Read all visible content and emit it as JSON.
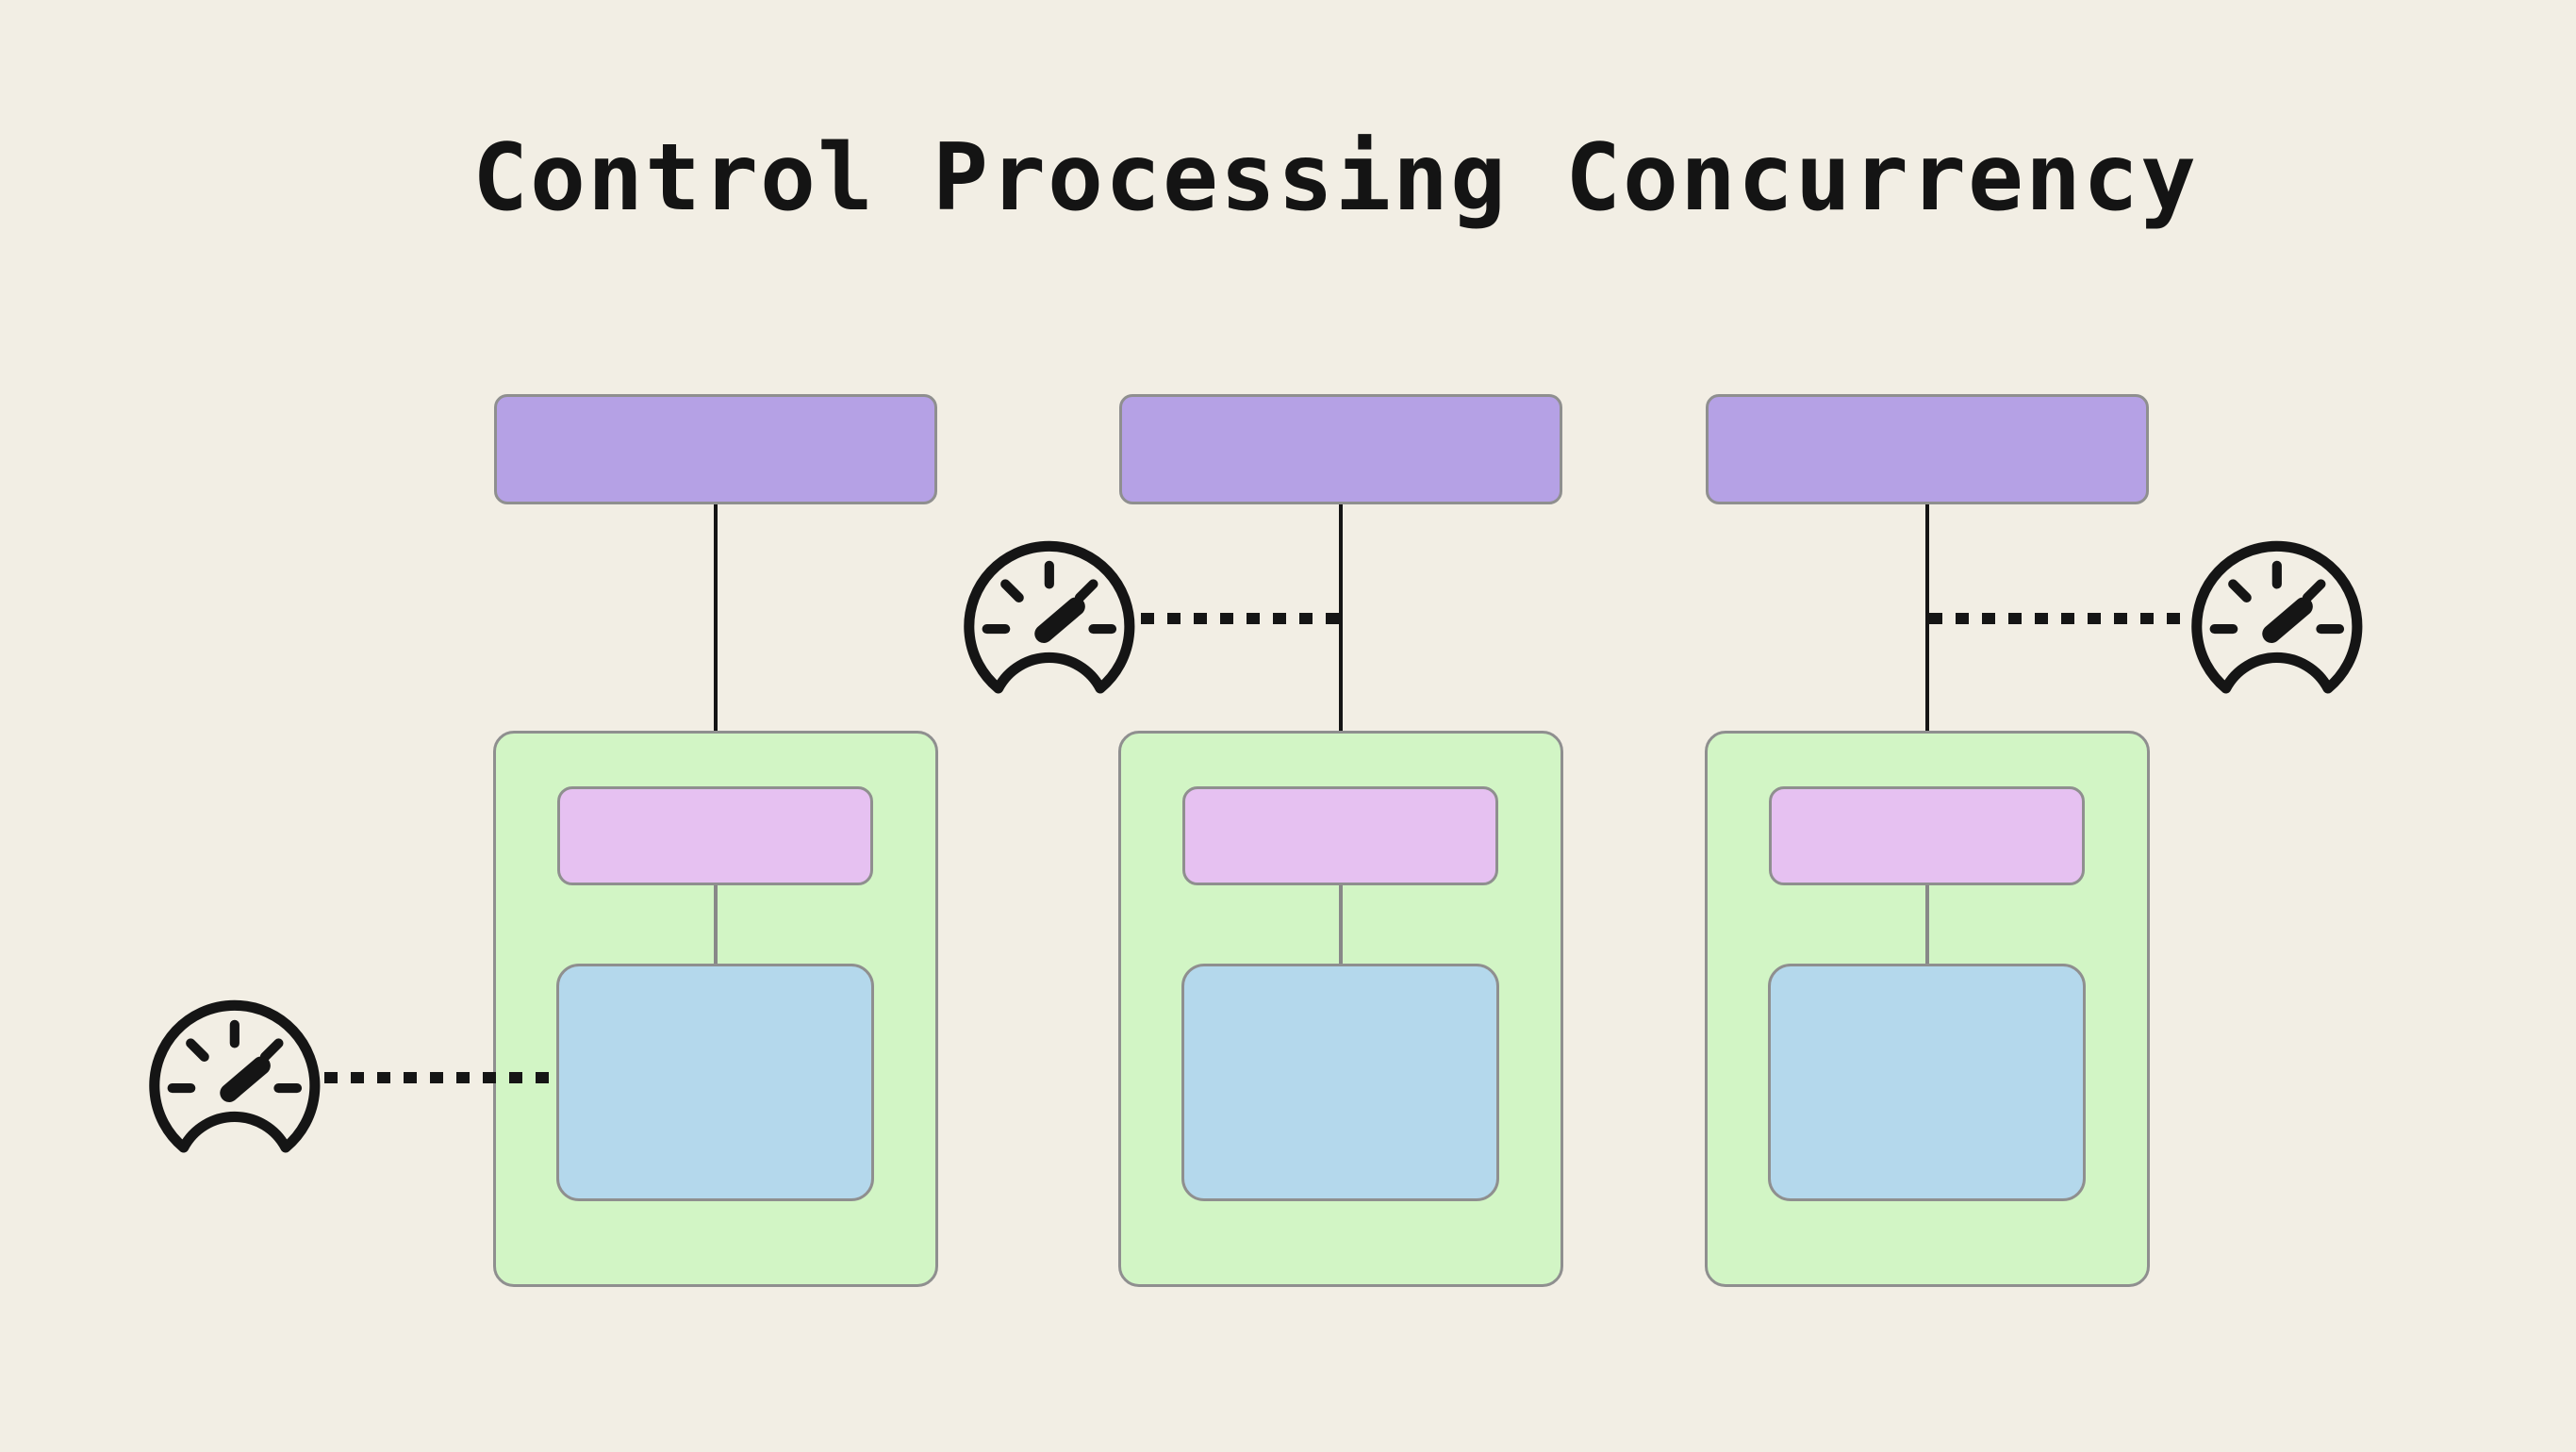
{
  "title": "Control Processing Concurrency",
  "colors": {
    "background": "#f2eee4",
    "top_box_fill": "#b5a1e5",
    "container_fill": "#d2f5c5",
    "inner_top_box_fill": "#e6c1f1",
    "inner_bottom_box_fill": "#b4d8ec",
    "box_border": "#8f8f8f",
    "connector_black": "#151515",
    "connector_gray": "#888888",
    "icon_color": "#151515"
  },
  "diagram": {
    "pipelines": [
      {
        "id": "pipeline-1",
        "gauge": {
          "icon": "speedometer-icon",
          "attached_to": "inner-bottom-box",
          "side": "left"
        }
      },
      {
        "id": "pipeline-2",
        "gauge": {
          "icon": "speedometer-icon",
          "attached_to": "control-connector",
          "side": "left"
        }
      },
      {
        "id": "pipeline-3",
        "gauge": {
          "icon": "speedometer-icon",
          "attached_to": "control-connector",
          "side": "right"
        }
      }
    ]
  }
}
